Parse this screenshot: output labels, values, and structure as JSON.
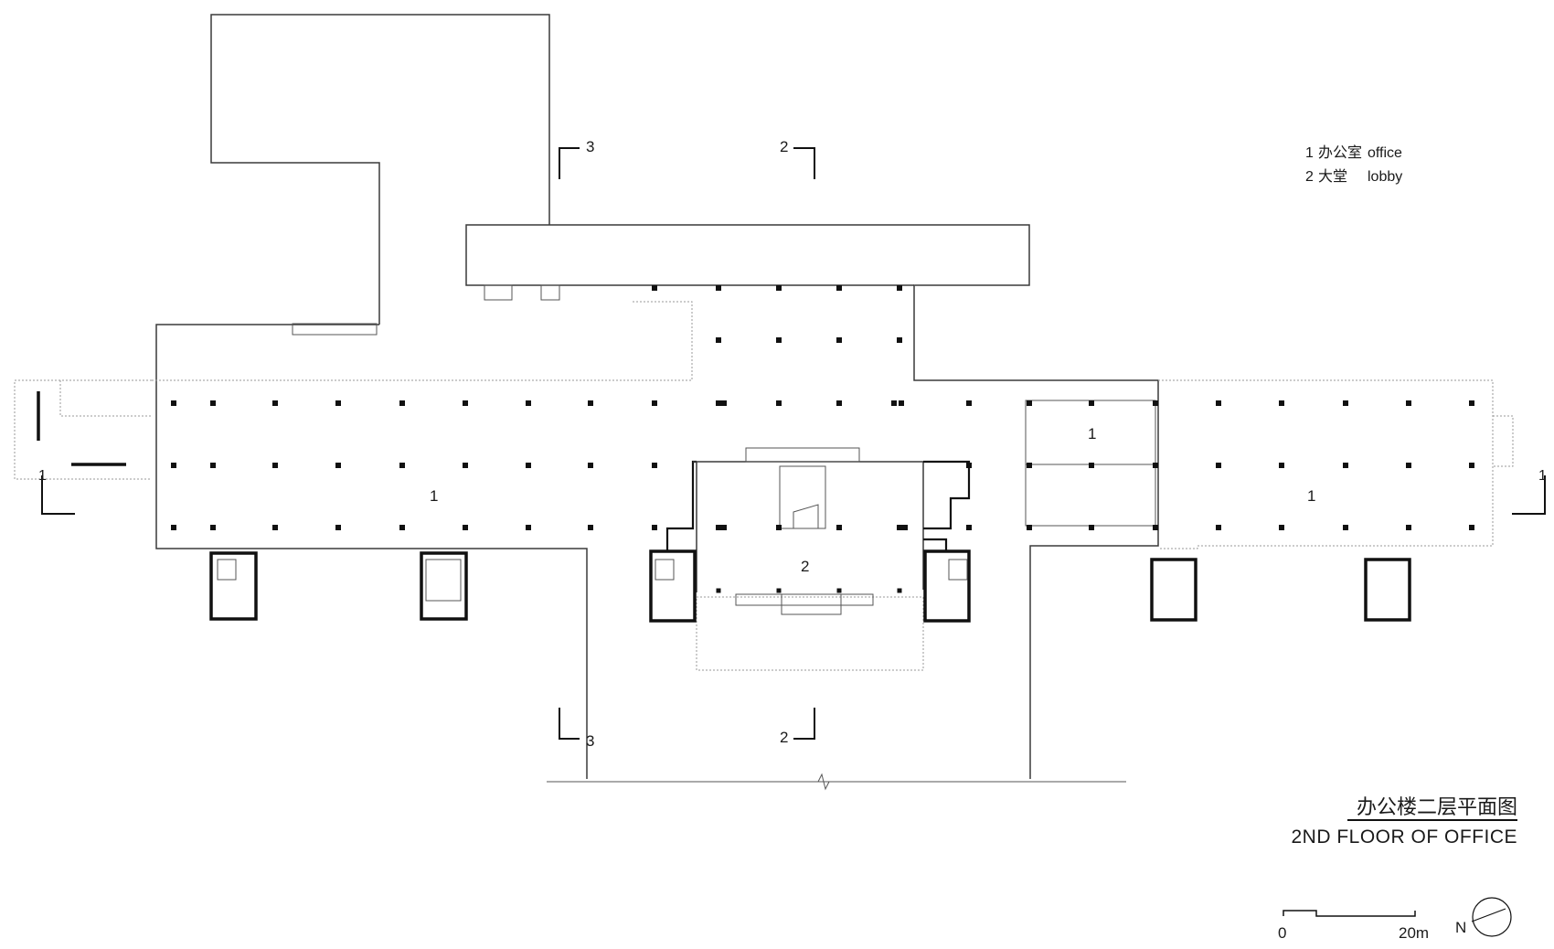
{
  "legend": {
    "items": [
      {
        "num": "1",
        "cn": "办公室",
        "en": "office"
      },
      {
        "num": "2",
        "cn": "大堂",
        "en": "lobby"
      }
    ]
  },
  "title": {
    "cn": "办公楼二层平面图",
    "en": "2ND FLOOR OF OFFICE"
  },
  "scale_bar": {
    "start_label": "0",
    "end_label": "20m"
  },
  "north_arrow": {
    "label": "N"
  },
  "room_labels": [
    {
      "id": "office-west",
      "text": "1"
    },
    {
      "id": "office-east-a",
      "text": "1"
    },
    {
      "id": "office-east-b",
      "text": "1"
    },
    {
      "id": "lobby",
      "text": "2"
    }
  ],
  "section_markers": [
    {
      "id": "section-1-left",
      "text": "1"
    },
    {
      "id": "section-1-right",
      "text": "1"
    },
    {
      "id": "section-2-top",
      "text": "2"
    },
    {
      "id": "section-2-bottom",
      "text": "2"
    },
    {
      "id": "section-3-top",
      "text": "3"
    },
    {
      "id": "section-3-bottom",
      "text": "3"
    }
  ],
  "colors": {
    "line": "#3a3a3a",
    "heavy": "#111111",
    "dotted": "#9a9a9a",
    "background": "#ffffff"
  }
}
